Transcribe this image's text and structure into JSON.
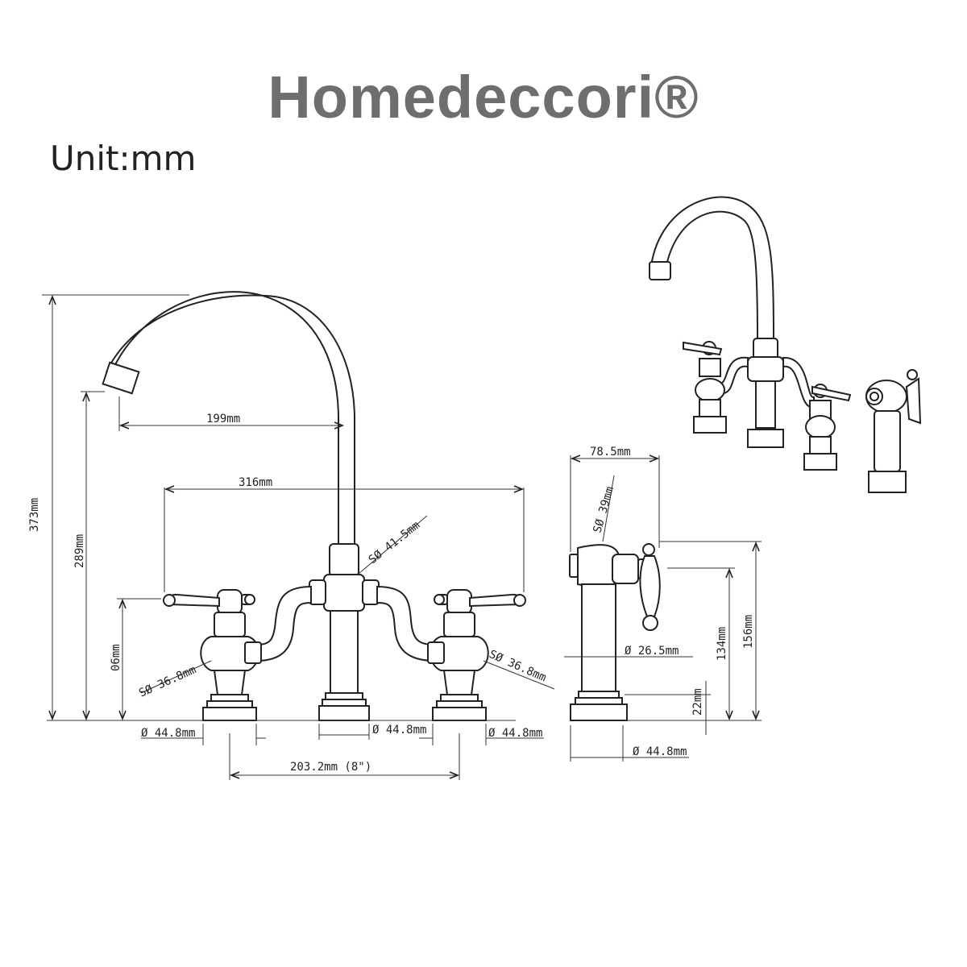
{
  "header": {
    "brand": "Homedeccori®",
    "unit_label": "Unit:mm"
  },
  "dimensions": {
    "total_height": "373mm",
    "spout_height": "289mm",
    "handle_height": "06mm",
    "spout_reach": "199mm",
    "overall_width": "316mm",
    "center_body_diameter": "SØ 41.5mm",
    "left_handle_diameter": "SØ 36.8mm",
    "right_handle_diameter": "SØ 36.8mm",
    "left_base_diameter": "Ø 44.8mm",
    "center_base_diameter": "Ø 44.8mm",
    "right_base_diameter": "Ø 44.8mm",
    "center_spacing": "203.2mm (8\")",
    "sprayer_width": "78.5mm",
    "sprayer_head_diameter": "SØ 39mm",
    "sprayer_stem_diameter": "Ø 26.5mm",
    "sprayer_base_height": "22mm",
    "sprayer_body_height": "134mm",
    "sprayer_total_height": "156mm",
    "sprayer_base_diameter": "Ø 44.8mm"
  }
}
